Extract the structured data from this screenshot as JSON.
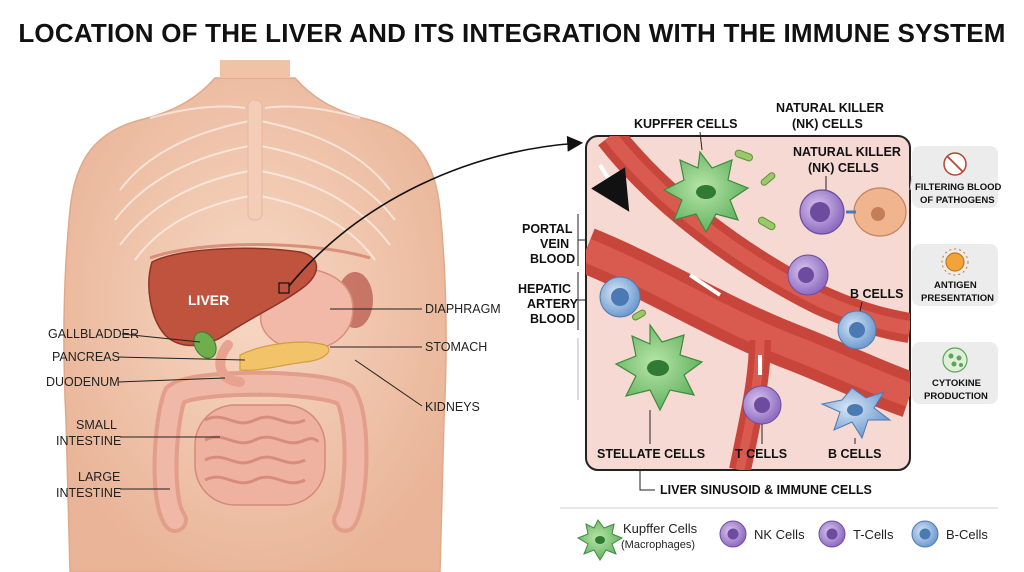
{
  "title": "LOCATION OF THE LIVER AND ITS INTEGRATION WITH THE IMMUNE SYSTEM",
  "anatomy": {
    "liver": "LIVER",
    "left_labels": {
      "gallbladder": "GALLBLADDER",
      "pancreas": "PANCREAS",
      "duodenum": "DUODENUM",
      "small_intestine": [
        "SMALL",
        "INTESTINE"
      ],
      "large_intestine": [
        "LARGE",
        "INTESTINE"
      ]
    },
    "right_labels": {
      "diaphragm": "DIAPHRAGM",
      "stomach": "STOMACH",
      "kidneys": "KIDNEYS"
    }
  },
  "inset": {
    "kupffer_top": "KUPFFER CELLS",
    "nk_top": [
      "NATURAL KILLER",
      "(NK) CELLS"
    ],
    "nk_inner": [
      "NATURAL KILLER",
      "(NK) CELLS"
    ],
    "portal": [
      "PORTAL",
      "VEIN",
      "BLOOD"
    ],
    "hepatic": [
      "HEPATIC",
      "ARTERY",
      "BLOOD"
    ],
    "b_cells_inner": "B CELLS",
    "bottom_labels": {
      "stellate": "STELLATE CELLS",
      "t_cells": "T CELLS",
      "b_cells": "B CELLS"
    },
    "caption": "LIVER SINUSOID & IMMUNE CELLS"
  },
  "functions": [
    {
      "icon": "filter-icon",
      "lines": [
        "FILTERING BLOOD",
        "OF PATHOGENS"
      ]
    },
    {
      "icon": "antigen-icon",
      "lines": [
        "ANTIGEN",
        "PRESENTATION"
      ]
    },
    {
      "icon": "cytokine-icon",
      "lines": [
        "CYTOKINE",
        "PRODUCTION"
      ]
    }
  ],
  "legend": {
    "kupffer": "Kupffer Cells",
    "kupffer_sub": "(Macrophages)",
    "nk": "NK Cells",
    "t": "T-Cells",
    "b": "B-Cells"
  },
  "colors": {
    "skin": "#f2c7ad",
    "liver": "#c0533d",
    "vessel": "#c8453c",
    "sinusoid_bg": "#f6d9d2",
    "kupffer": "#7cc47a",
    "nk": "#a98bd0",
    "t_cell": "#9c7cc4",
    "b_cell": "#7fa9d6"
  }
}
